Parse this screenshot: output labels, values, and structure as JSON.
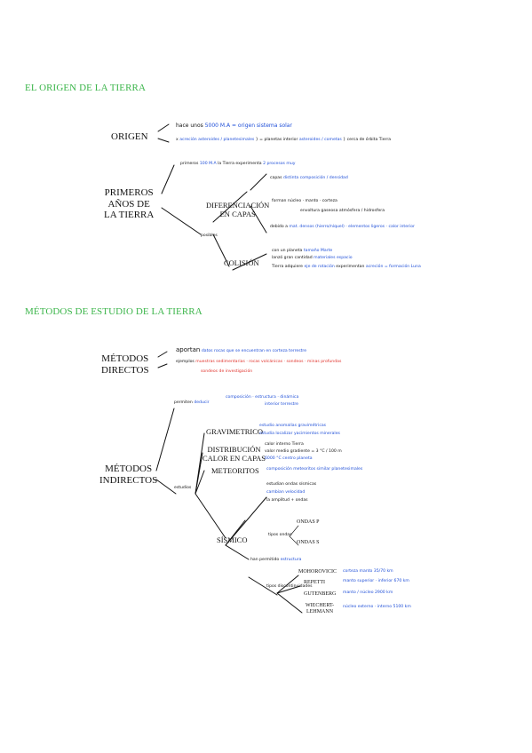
{
  "section1": {
    "title": "EL ORIGEN DE LA TIERRA"
  },
  "section2": {
    "title": "MÉTODOS DE ESTUDIO DE LA TIERRA"
  },
  "origen": {
    "label": "ORIGEN",
    "line1_black": "hace unos",
    "line1_blue": "5000 M.A = origen sistema solar",
    "line2_black": "x",
    "line2_blue_a": "acreción",
    "line2_blue_b": "asteroides / planetesimales",
    "line2_black_b": "} = planetas interior",
    "line2_blue_c": "asteroides / cometas",
    "line2_black_c": "} cerca de órbita Tierra"
  },
  "primeros": {
    "label_1": "PRIMEROS",
    "label_2": "AÑOS DE",
    "label_3": "LA TIERRA",
    "top_black": "primeros",
    "top_blue": "100 M.A",
    "top_black_b": "la Tierra experimenta",
    "top_blue_b": "2 procesos muy",
    "posibles": "posibles",
    "diferenciacion_1": "DIFERENCIACIÓN",
    "diferenciacion_2": "EN CAPAS",
    "capas_black": "capas",
    "capas_blue": "distinta",
    "capas_blue_b": "composición / densidad",
    "forman": "forman",
    "forman_items": "núcleo · manto · corteza",
    "forman_b": "envoltura gaseosa",
    "forman_c": "atmósfera / hidrosfera",
    "debido": "debido a",
    "debido_items": "mat. densos (hierro/níquel) · elementos ligeros · calor interior",
    "colision": "COLISIÓN",
    "col_1": "con un planeta",
    "col_1b": "tamaño Marte",
    "col_2": "lanzó gran cantidad",
    "col_2b": "materiales espacio",
    "col_3": "Tierra adquiere",
    "col_3b": "eje de rotación",
    "col_3c": "experimentan",
    "col_3d": "acreción = formación Luna"
  },
  "directos": {
    "label_1": "MÉTODOS",
    "label_2": "DIRECTOS",
    "aportan": "aportan",
    "aportan_blue": "datos rocas que se encuentran en",
    "aportan_blue_b": "corteza terrestre",
    "ejemplos": "ejemplos",
    "ejemplos_items": "muestras sedimentarias · rocas volcánicas · sondeos · minas profundas",
    "ejemplos_c": "sondeos de investigación"
  },
  "indirectos": {
    "label_1": "MÉTODOS",
    "label_2": "INDIRECTOS",
    "permiten": "permiten",
    "permiten_blue": "deducir",
    "permiten_items": "composición · estructura · dinámica",
    "permiten_b": "interior terrestre",
    "estudios": "estudios",
    "gravimetrico": "GRAVIMETRICO",
    "grav_1": "estudio anomalías gravimétricas",
    "grav_2": "estudia localizar yacimientos minerales",
    "distribucion_1": "DISTRIBUCIÓN",
    "distribucion_2": "CALOR EN CAPAS",
    "dist_1": "calor interno Tierra",
    "dist_2": "valor medio gradiente = 3 °C / 100 m",
    "dist_3": "6000 °C centro planeta",
    "meteoritos": "METEORITOS",
    "met_1": "composición meteoritos similar planetesimales",
    "sismico": "SÍSMICO",
    "sis_1": "estudian ondas sísmicas",
    "sis_2": "cambian velocidad",
    "sis_3": "la amplitud + ondas",
    "ondas_p": "ONDAS P",
    "ondas_s": "ONDAS S",
    "tipos_ondas": "tipos ondas",
    "permitido": "han permitido",
    "permitido_blue": "estructura",
    "tipos_discontinuidades": "tipos discontinuidades",
    "mohorovicic": "MOHOROVICIC",
    "moho_blue": "corteza manto 35/70 km",
    "repetti": "REPETTI",
    "repetti_blue": "manto superior · inferior 670 km",
    "gutenberg": "GUTENBERG",
    "gutenberg_blue": "manto / núcleo 2900 km",
    "wiechert_1": "WIECHERT-",
    "wiechert_2": "LEHMANN",
    "wiechert_blue": "núcleo externo · interno 5100 km"
  }
}
